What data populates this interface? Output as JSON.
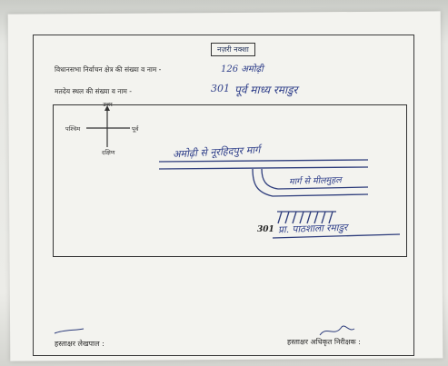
{
  "document": {
    "title": "नज़री नक्शा",
    "line1_label": "विधानसभा निर्वाचन क्षेत्र की संख्या व नाम -",
    "line1_value": "126 अमोढ़ी",
    "line2_label": "मतदेय स्थल की संख्या व नाम -",
    "line2_value_num": "301",
    "line2_value_name": "पूर्व माध्य रमाडुर",
    "compass": {
      "north": "उत्तर",
      "south": "दक्षिण",
      "east": "पूर्व",
      "west": "पश्चिम"
    },
    "map_labels": {
      "road_main": "अमोढ़ी से नूरहिदपुर मार्ग",
      "road_branch": "मार्ग से मीलमुहल",
      "booth_num": "301",
      "booth_name": "प्रा. पाठशाला रमाडुर"
    },
    "footer": {
      "left_label": "हस्ताक्षर लेखपाल :",
      "right_label": "हस्ताक्षर अधिकृत निरीक्षक :"
    }
  }
}
